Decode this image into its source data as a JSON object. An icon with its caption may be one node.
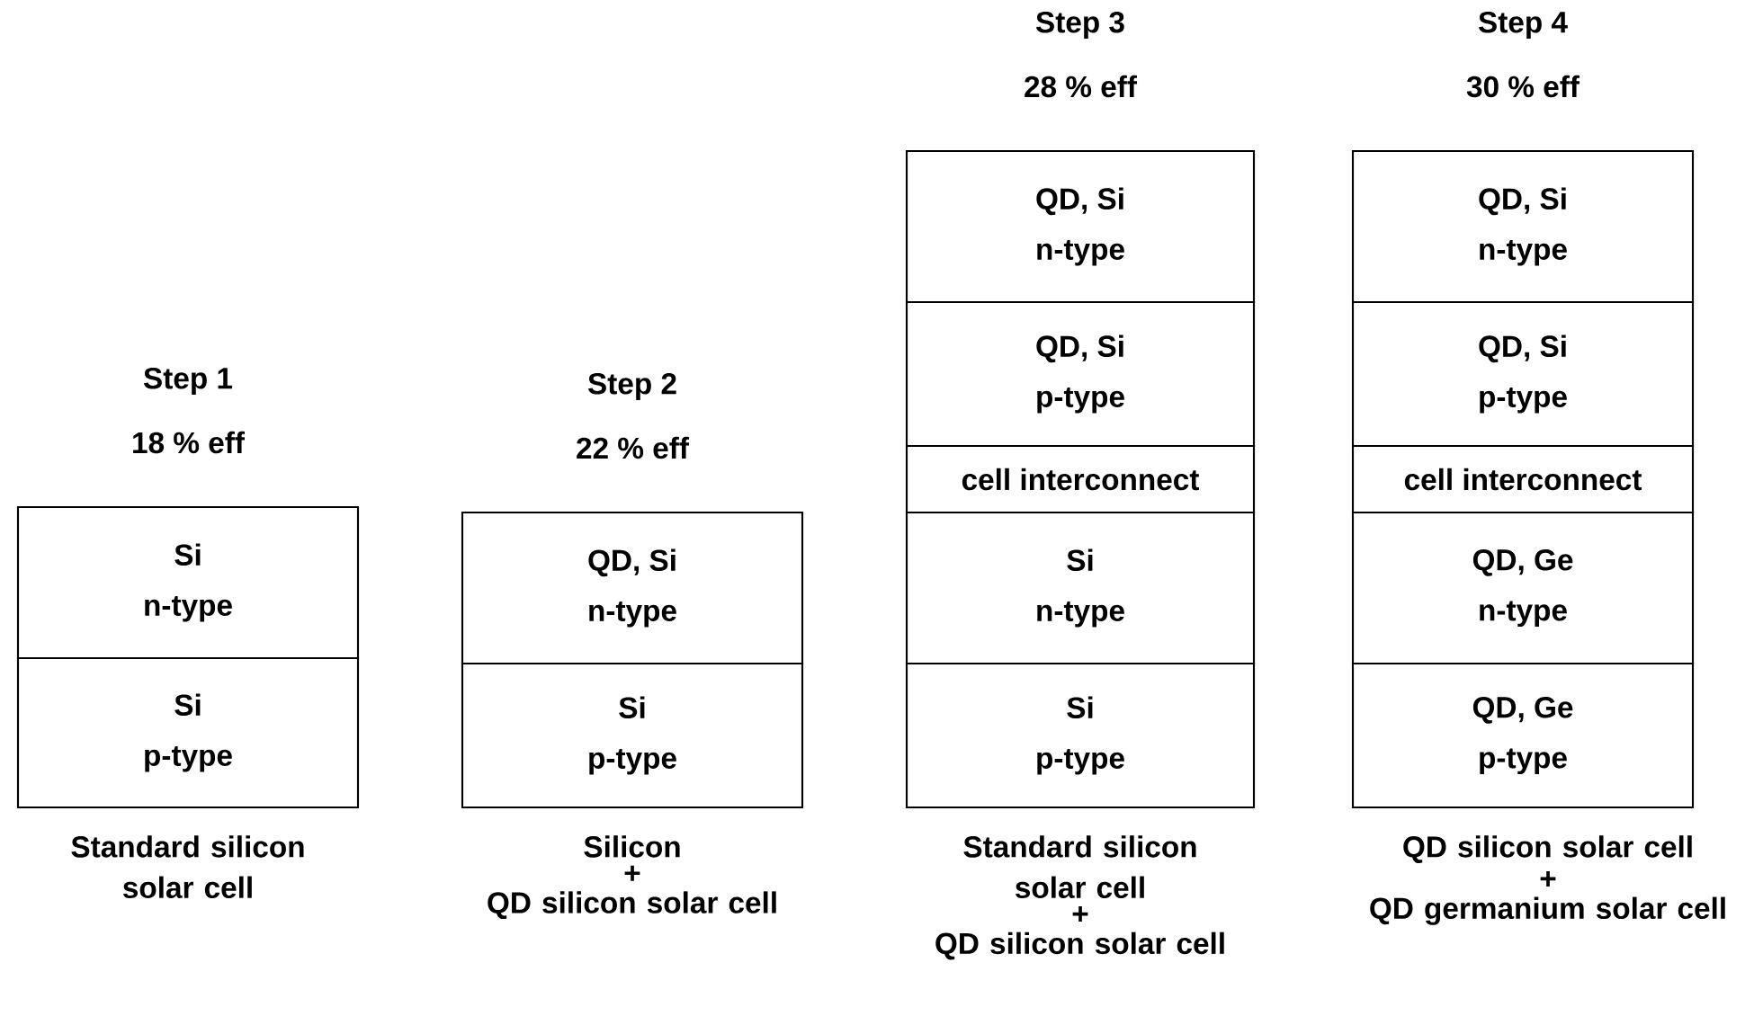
{
  "diagram": {
    "nodes": [
      {
        "text": [
          "Si",
          "n-type"
        ],
        "beside": [
          "Step 1",
          "18 % eff"
        ]
      },
      {
        "text": [
          "Si",
          "p-type"
        ],
        "beside": [
          "Standard silicon solar cell"
        ]
      },
      {
        "text": [
          "QD, Si",
          "n-type"
        ],
        "beside": [
          "Step 2",
          "22 % eff"
        ]
      },
      {
        "text": [
          "Si",
          "p-type"
        ],
        "beside": [
          "Silicon",
          "+",
          "QD silicon solar cell"
        ]
      },
      {
        "text": [
          "QD, Si",
          "n-type"
        ],
        "beside": [
          "Step 3",
          "28 % eff"
        ]
      },
      {
        "text": [
          "QD, Si",
          "p-type"
        ]
      },
      {
        "text": [
          "cell interconnect"
        ]
      },
      {
        "text": [
          "Si",
          "n-type"
        ]
      },
      {
        "text": [
          "Si",
          "p-type"
        ],
        "beside": [
          "Standard silicon solar cell",
          "+",
          "QD silicon solar cell"
        ]
      },
      {
        "text": [
          "QD, Si",
          "n-type"
        ],
        "beside": [
          "Step 4",
          "30 % eff"
        ]
      },
      {
        "text": [
          "QD, Si",
          "p-type"
        ]
      },
      {
        "text": [
          "cell interconnect"
        ]
      },
      {
        "text": [
          "QD, Ge",
          "n-type"
        ]
      },
      {
        "text": [
          "QD, Ge",
          "p-type"
        ],
        "beside": [
          "QD silicon solar cell",
          "+",
          "QD germanium solar cell"
        ]
      }
    ],
    "edges": []
  }
}
